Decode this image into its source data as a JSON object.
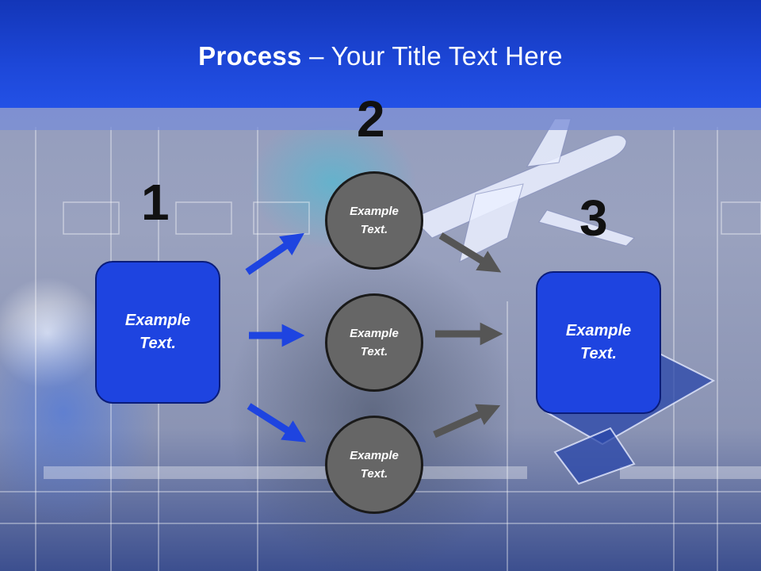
{
  "title": {
    "bold": "Process",
    "rest": " – Your Title Text Here"
  },
  "steps": {
    "one": "1",
    "two": "2",
    "three": "3"
  },
  "left_box": {
    "line1": "Example",
    "line2": "Text."
  },
  "right_box": {
    "line1": "Example",
    "line2": "Text."
  },
  "circles": [
    {
      "line1": "Example",
      "line2": "Text."
    },
    {
      "line1": "Example",
      "line2": "Text."
    },
    {
      "line1": "Example",
      "line2": "Text."
    }
  ],
  "colors": {
    "header": "#1d47d8",
    "box": "#1e44e0",
    "circle": "#666666",
    "blue_arrow": "#1e44e0",
    "gray_arrow": "#555555"
  }
}
